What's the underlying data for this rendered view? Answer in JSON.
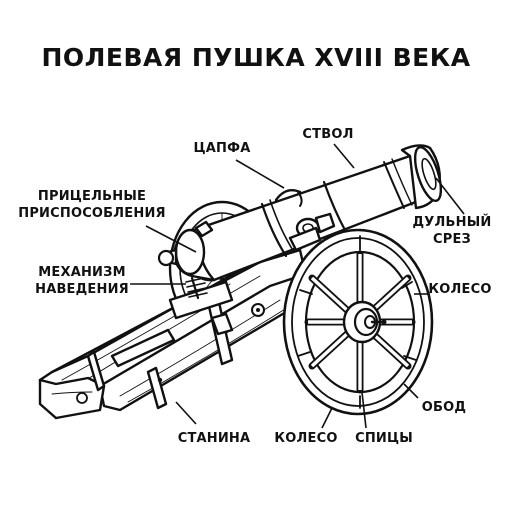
{
  "title": "ПОЛЕВАЯ ПУШКА XVIII ВЕКА",
  "labels": {
    "trunnion": "ЦАПФА",
    "barrel": "СТВОЛ",
    "sights_line1": "ПРИЦЕЛЬНЫЕ",
    "sights_line2": "ПРИСПОСОБЛЕНИЯ",
    "muzzle_line1": "ДУЛЬНЫЙ",
    "muzzle_line2": "СРЕЗ",
    "elevation_line1": "МЕХАНИЗМ",
    "elevation_line2": "НАВЕДЕНИЯ",
    "wheel_right": "КОЛЕСО",
    "rim": "ОБОД",
    "spokes": "СПИЦЫ",
    "wheel_bottom": "КОЛЕСО",
    "trail": "СТАНИНА"
  },
  "colors": {
    "ink": "#111111",
    "paper": "#ffffff"
  }
}
